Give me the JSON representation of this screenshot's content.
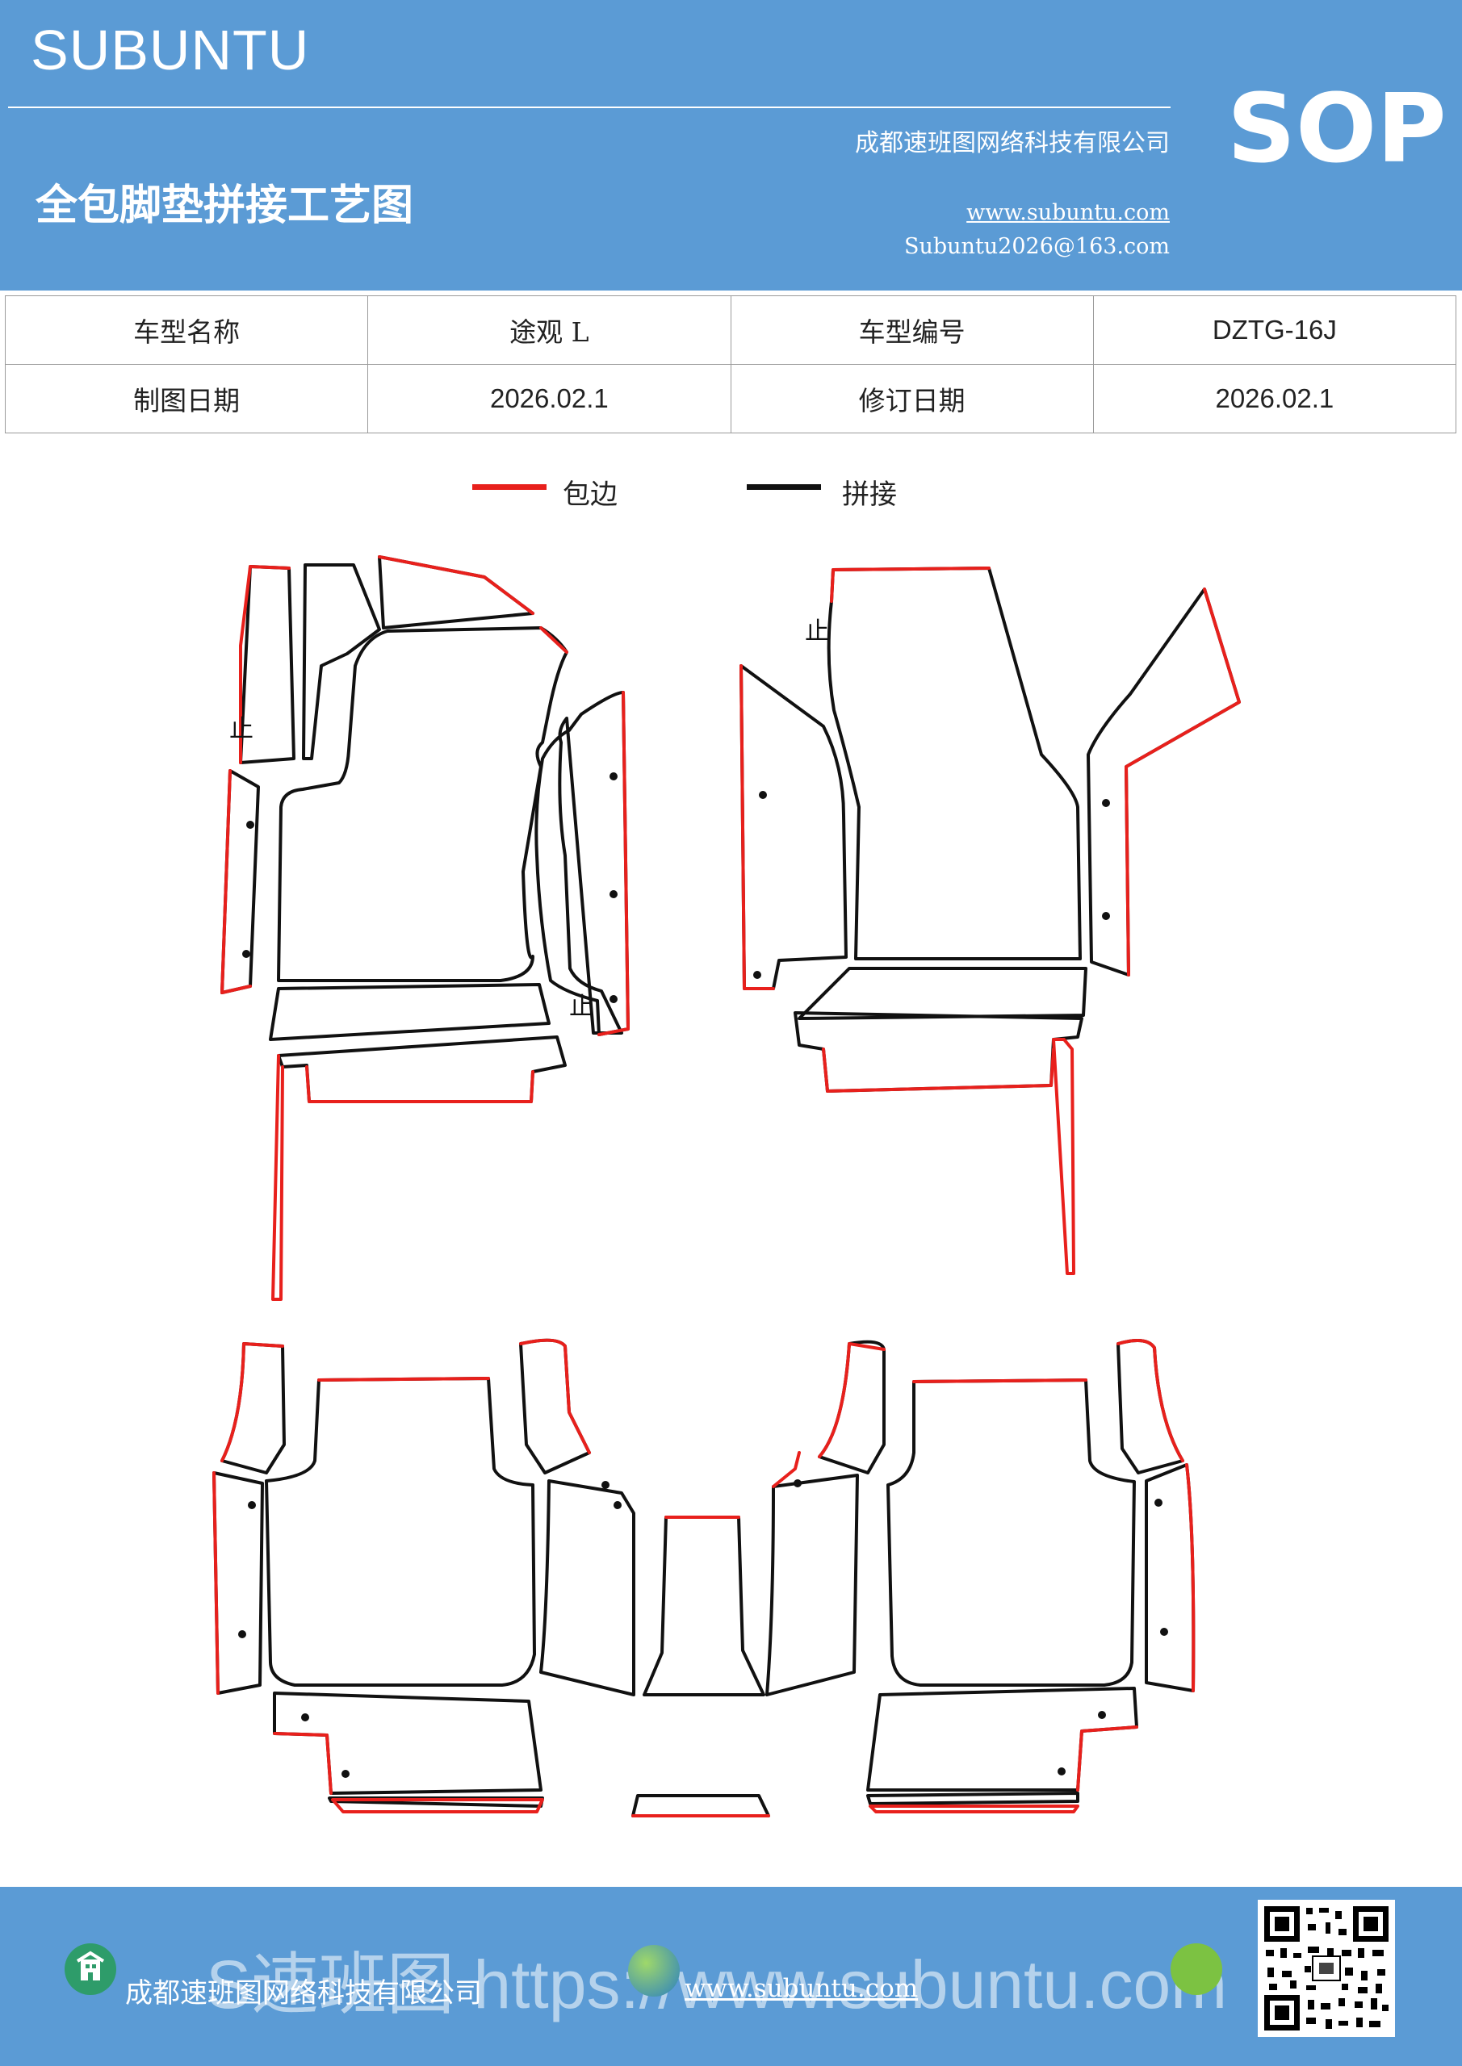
{
  "header": {
    "brand": "SUBUNTU",
    "badge": "SOP",
    "company": "成都速班图网络科技有限公司",
    "title": "全包脚垫拼接工艺图",
    "website": "www.subuntu.com",
    "email": "Subuntu2026@163.com"
  },
  "info_table": {
    "rows": [
      {
        "label1": "车型名称",
        "value1": "途观 L",
        "label2": "车型编号",
        "value2": "DZTG-16J"
      },
      {
        "label1": "制图日期",
        "value1": "2026.02.1",
        "label2": "修订日期",
        "value2": "2026.02.1"
      }
    ]
  },
  "legend": {
    "items": [
      {
        "label": "包边",
        "color": "#e8201c"
      },
      {
        "label": "拼接",
        "color": "#111111"
      }
    ]
  },
  "diagram": {
    "stop_mark": "止",
    "edge_color": "#e8201c",
    "seam_color": "#111111"
  },
  "footer": {
    "company": "成都速班图网络科技有限公司",
    "website": "www.subuntu.com",
    "watermark": "S速班图 https://www.subuntu.com",
    "icons": [
      "building-icon",
      "globe-icon",
      "wechat-icon",
      "qr-code"
    ]
  }
}
